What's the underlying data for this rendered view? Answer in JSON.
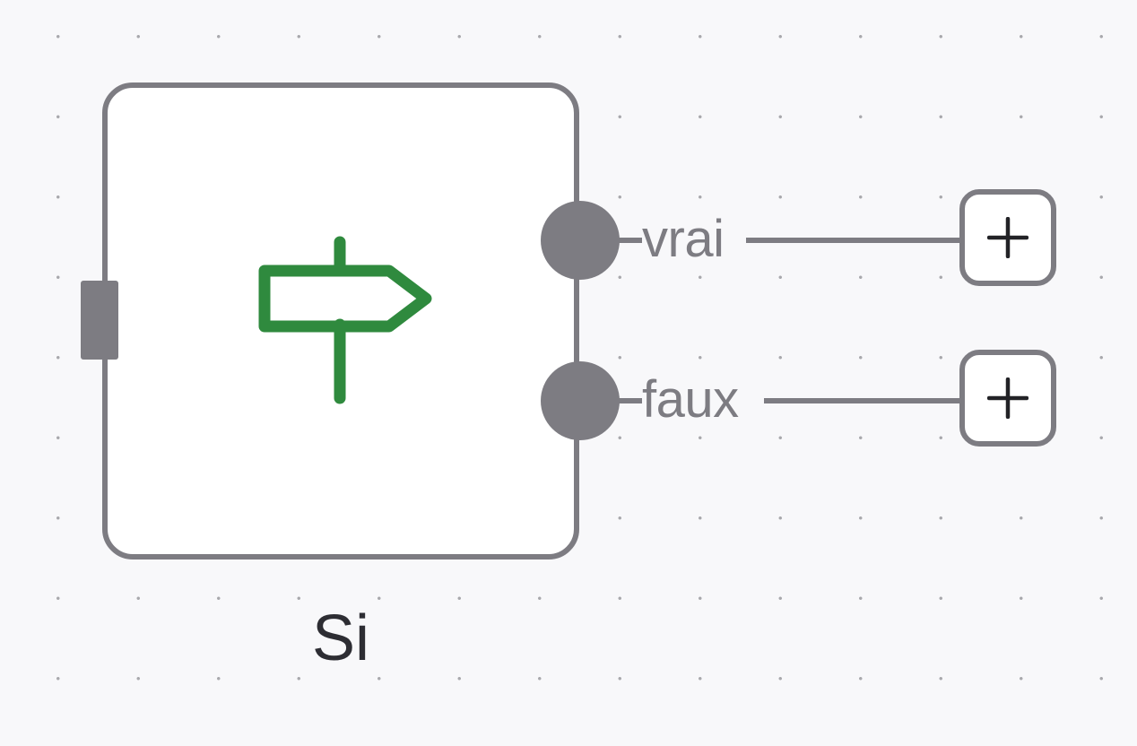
{
  "node": {
    "name": "Si",
    "icon": "signpost-icon",
    "icon_color": "#2f8a3e",
    "border_color": "#7d7c82"
  },
  "branches": [
    {
      "label": "vrai",
      "add_icon": "plus-icon"
    },
    {
      "label": "faux",
      "add_icon": "plus-icon"
    }
  ],
  "canvas": {
    "background": "#f8f8fa",
    "grid": "dotted"
  }
}
